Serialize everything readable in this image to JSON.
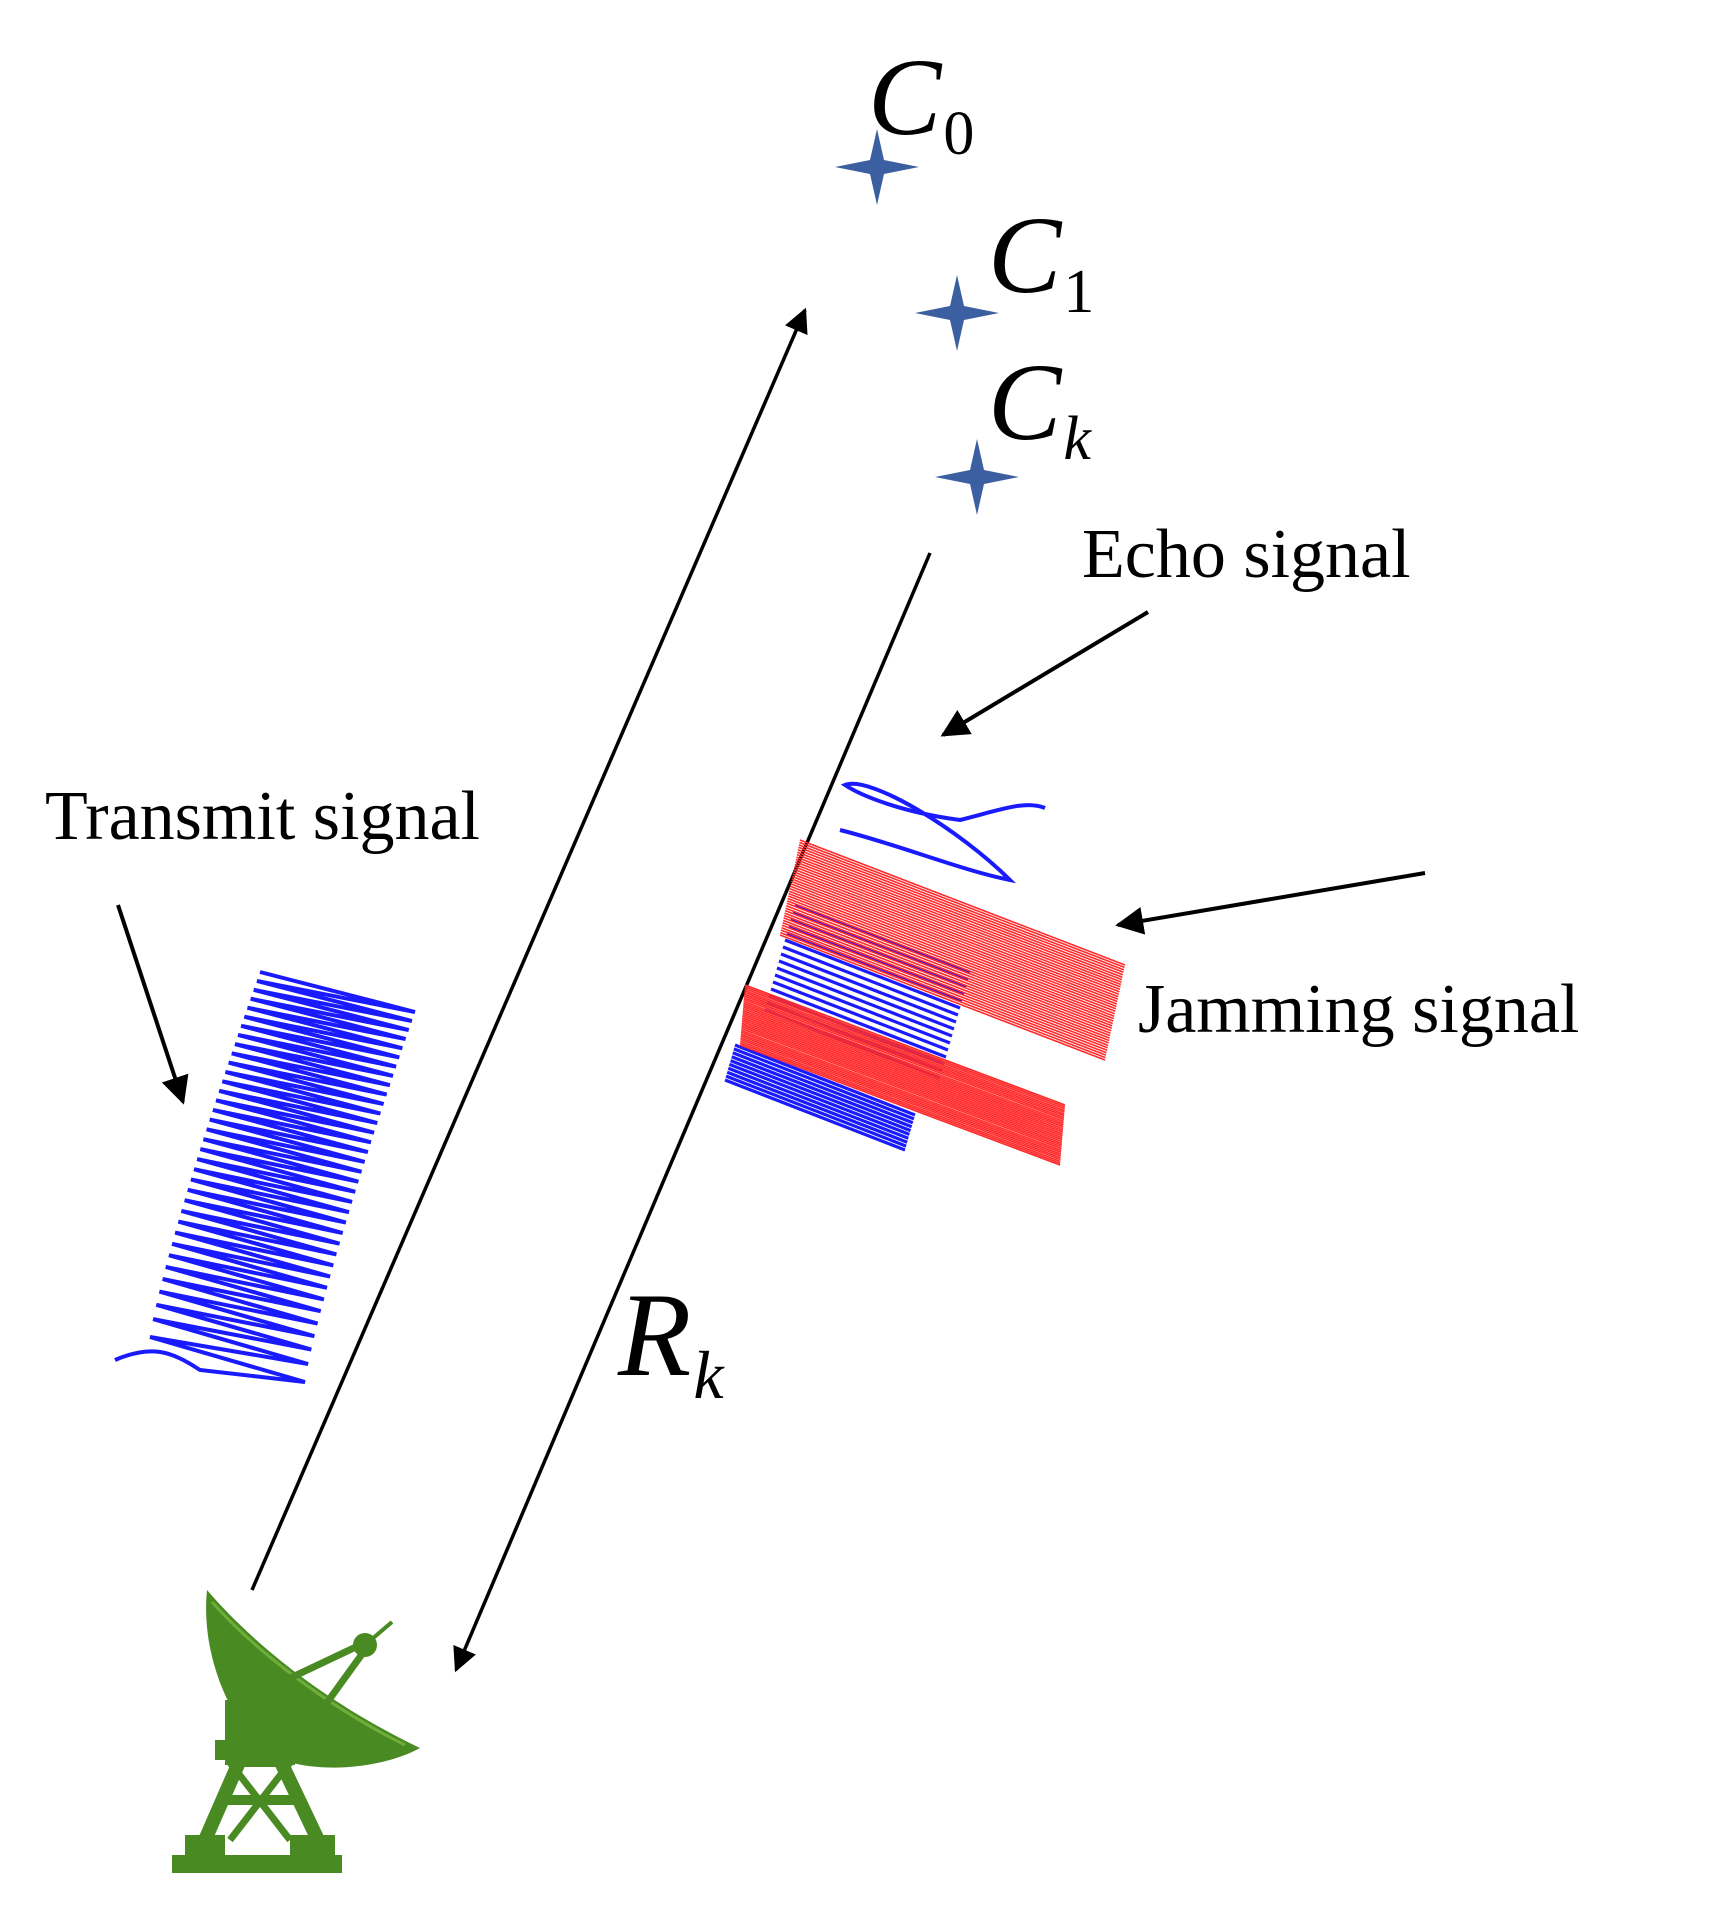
{
  "labels": {
    "transmit": "Transmit signal",
    "echo": "Echo signal",
    "jamming": "Jamming signal"
  },
  "targets": [
    {
      "letter": "C",
      "sub": "0"
    },
    {
      "letter": "C",
      "sub": "1"
    },
    {
      "letter": "C",
      "sub": "k"
    }
  ],
  "range": {
    "letter": "R",
    "sub": "k"
  },
  "colors": {
    "signal_blue": "#1a1aff",
    "jamming_red": "#ff2a2a",
    "star_blue": "#3b5fa0",
    "radar_green": "#4a8a22",
    "arrow": "#000000"
  }
}
